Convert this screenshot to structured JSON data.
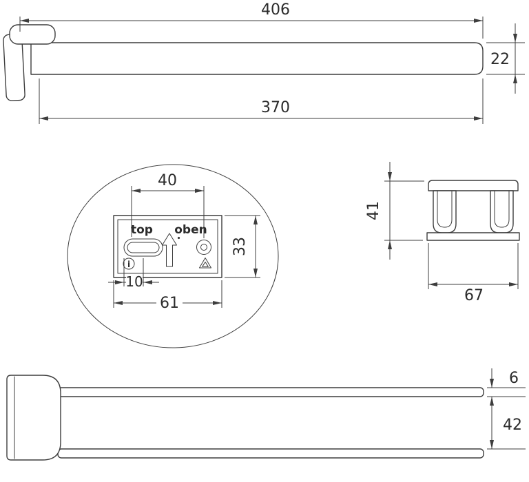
{
  "colors": {
    "line": "#3d3d3d",
    "text": "#2b2b2b",
    "background": "#ffffff"
  },
  "side_view": {
    "dim_overall_length": "406",
    "dim_bar_length": "370",
    "dim_bar_height": "22"
  },
  "detail_view": {
    "label_top": "top",
    "label_oben": "oben",
    "info_glyph": "i",
    "dim_hole_spacing": "40",
    "dim_plate_height": "33",
    "dim_slot_adjust": "10",
    "dim_plate_width": "61"
  },
  "front_view": {
    "dim_height": "41",
    "dim_width": "67"
  },
  "top_view": {
    "dim_bar_thickness": "6",
    "dim_bar_gap": "42"
  }
}
